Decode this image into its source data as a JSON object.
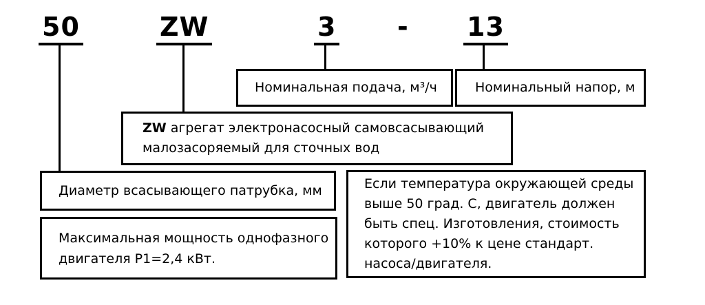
{
  "model_code": {
    "diameter": "50",
    "series": "ZW",
    "flow": "3",
    "separator": "-",
    "head": "13"
  },
  "callouts": {
    "flow_box": {
      "label": "Номинальная подача, м³/ч"
    },
    "head_box": {
      "label": "Номинальный напор, м"
    },
    "series_box": {
      "bold": "ZW",
      "line1_rest": " агрегат электронасосный самовсасывающий",
      "line2": "малозасоряемый для сточных вод"
    },
    "diameter_box": {
      "label": "Диаметр всасывающего патрубка, мм"
    },
    "power_box": {
      "line1": "Максимальная мощность однофазного",
      "line2": "двигателя Р1=2,4 кВт."
    },
    "temp_box": {
      "lines": [
        "Если температура окружающей среды",
        "выше 50 град. С, двигатель должен",
        "быть спец. Изготовления, стоимость",
        "которого +10% к цене стандарт.",
        "насоса/двигателя."
      ]
    }
  },
  "colors": {
    "ink": "#000000",
    "background": "#ffffff"
  }
}
